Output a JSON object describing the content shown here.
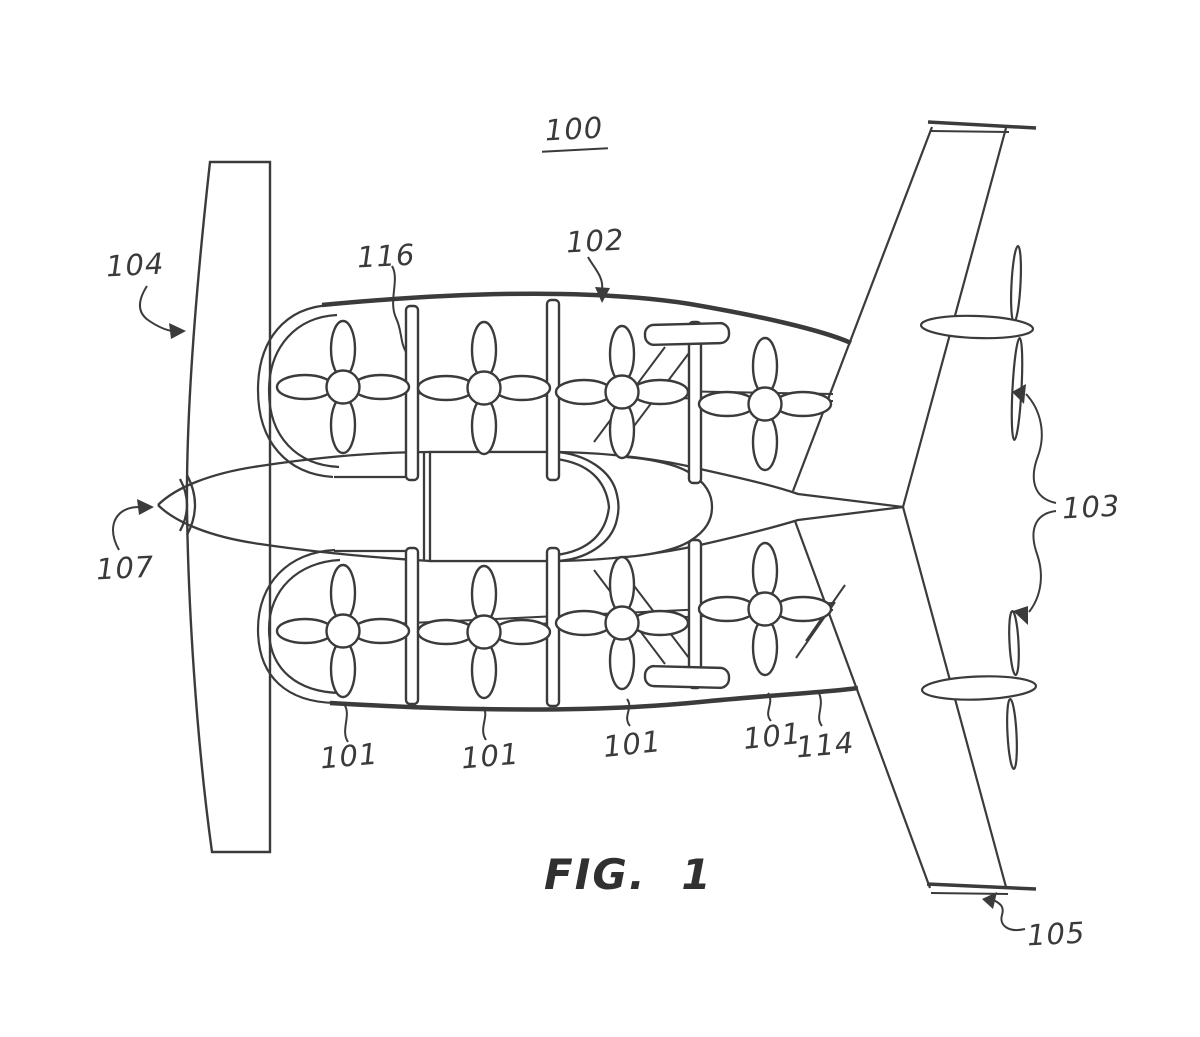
{
  "figure": {
    "caption": "FIG. 1",
    "labels": {
      "n100": "100",
      "n101_1": "101",
      "n101_2": "101",
      "n101_3": "101",
      "n101_4": "101",
      "n102": "102",
      "n103": "103",
      "n104": "104",
      "n105": "105",
      "n107": "107",
      "n114": "114",
      "n116": "116"
    }
  },
  "colors": {
    "ink": "#3b3b3b",
    "background": "#ffffff"
  }
}
